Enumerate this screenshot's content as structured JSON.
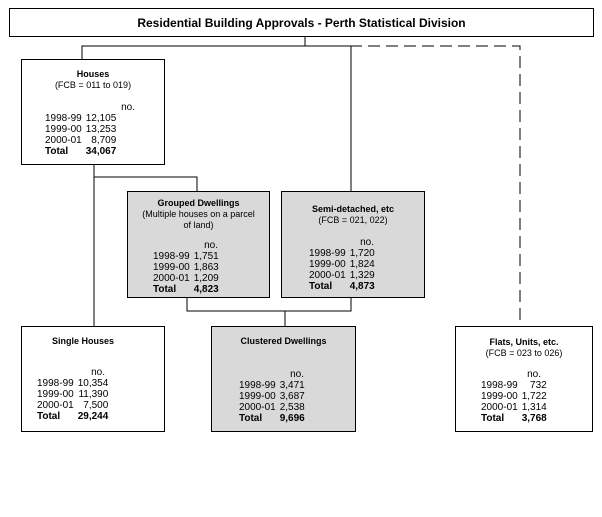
{
  "title": "Residential Building Approvals - Perth Statistical Division",
  "unit": "no.",
  "nodes": {
    "houses": {
      "title": "Houses",
      "subtitle": "(FCB = 011 to 019)",
      "rows": [
        {
          "year": "1998-99",
          "value": "12,105"
        },
        {
          "year": "1999-00",
          "value": "13,253"
        },
        {
          "year": "2000-01",
          "value": "8,709"
        }
      ],
      "total_label": "Total",
      "total": "34,067"
    },
    "grouped": {
      "title": "Grouped Dwellings",
      "subtitle": "(Multiple houses on a parcel of land)",
      "rows": [
        {
          "year": "1998-99",
          "value": "1,751"
        },
        {
          "year": "1999-00",
          "value": "1,863"
        },
        {
          "year": "2000-01",
          "value": "1,209"
        }
      ],
      "total_label": "Total",
      "total": "4,823"
    },
    "semi": {
      "title": "Semi-detached, etc",
      "subtitle": "(FCB = 021, 022)",
      "rows": [
        {
          "year": "1998-99",
          "value": "1,720"
        },
        {
          "year": "1999-00",
          "value": "1,824"
        },
        {
          "year": "2000-01",
          "value": "1,329"
        }
      ],
      "total_label": "Total",
      "total": "4,873"
    },
    "single": {
      "title": "Single Houses",
      "subtitle": "",
      "rows": [
        {
          "year": "1998-99",
          "value": "10,354"
        },
        {
          "year": "1999-00",
          "value": "11,390"
        },
        {
          "year": "2000-01",
          "value": "7,500"
        }
      ],
      "total_label": "Total",
      "total": "29,244"
    },
    "clustered": {
      "title": "Clustered Dwellings",
      "subtitle": "",
      "rows": [
        {
          "year": "1998-99",
          "value": "3,471"
        },
        {
          "year": "1999-00",
          "value": "3,687"
        },
        {
          "year": "2000-01",
          "value": "2,538"
        }
      ],
      "total_label": "Total",
      "total": "9,696"
    },
    "flats": {
      "title": "Flats, Units, etc.",
      "subtitle": "(FCB = 023 to 026)",
      "rows": [
        {
          "year": "1998-99",
          "value": "732"
        },
        {
          "year": "1999-00",
          "value": "1,722"
        },
        {
          "year": "2000-01",
          "value": "1,314"
        }
      ],
      "total_label": "Total",
      "total": "3,768"
    }
  }
}
